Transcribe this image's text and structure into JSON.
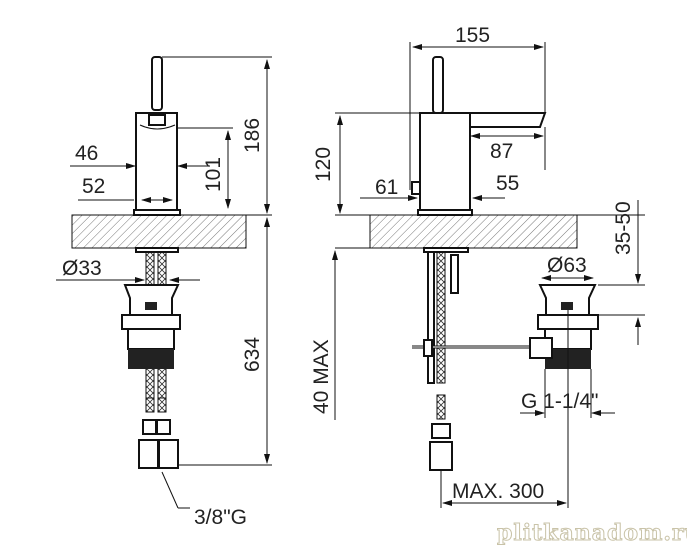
{
  "front_view": {
    "dim_total_height": "186",
    "dim_spout_height": "101",
    "dim_body_width": "46",
    "dim_base_width": "52",
    "dim_tail_diameter": "Ø33",
    "dim_hose_length": "634",
    "connection_thread": "3/8\"G"
  },
  "side_view": {
    "dim_total_depth": "155",
    "dim_body_height": "120",
    "dim_spout_length": "87",
    "dim_base_depth": "61",
    "dim_body_depth": "55",
    "dim_counter_thickness": "35-50",
    "dim_drain_diameter": "Ø63",
    "dim_under_counter": "40 MAX",
    "drain_thread": "G 1-1/4\"",
    "dim_rod_length": "MAX. 300"
  },
  "watermark": "plitkanadom.ru"
}
